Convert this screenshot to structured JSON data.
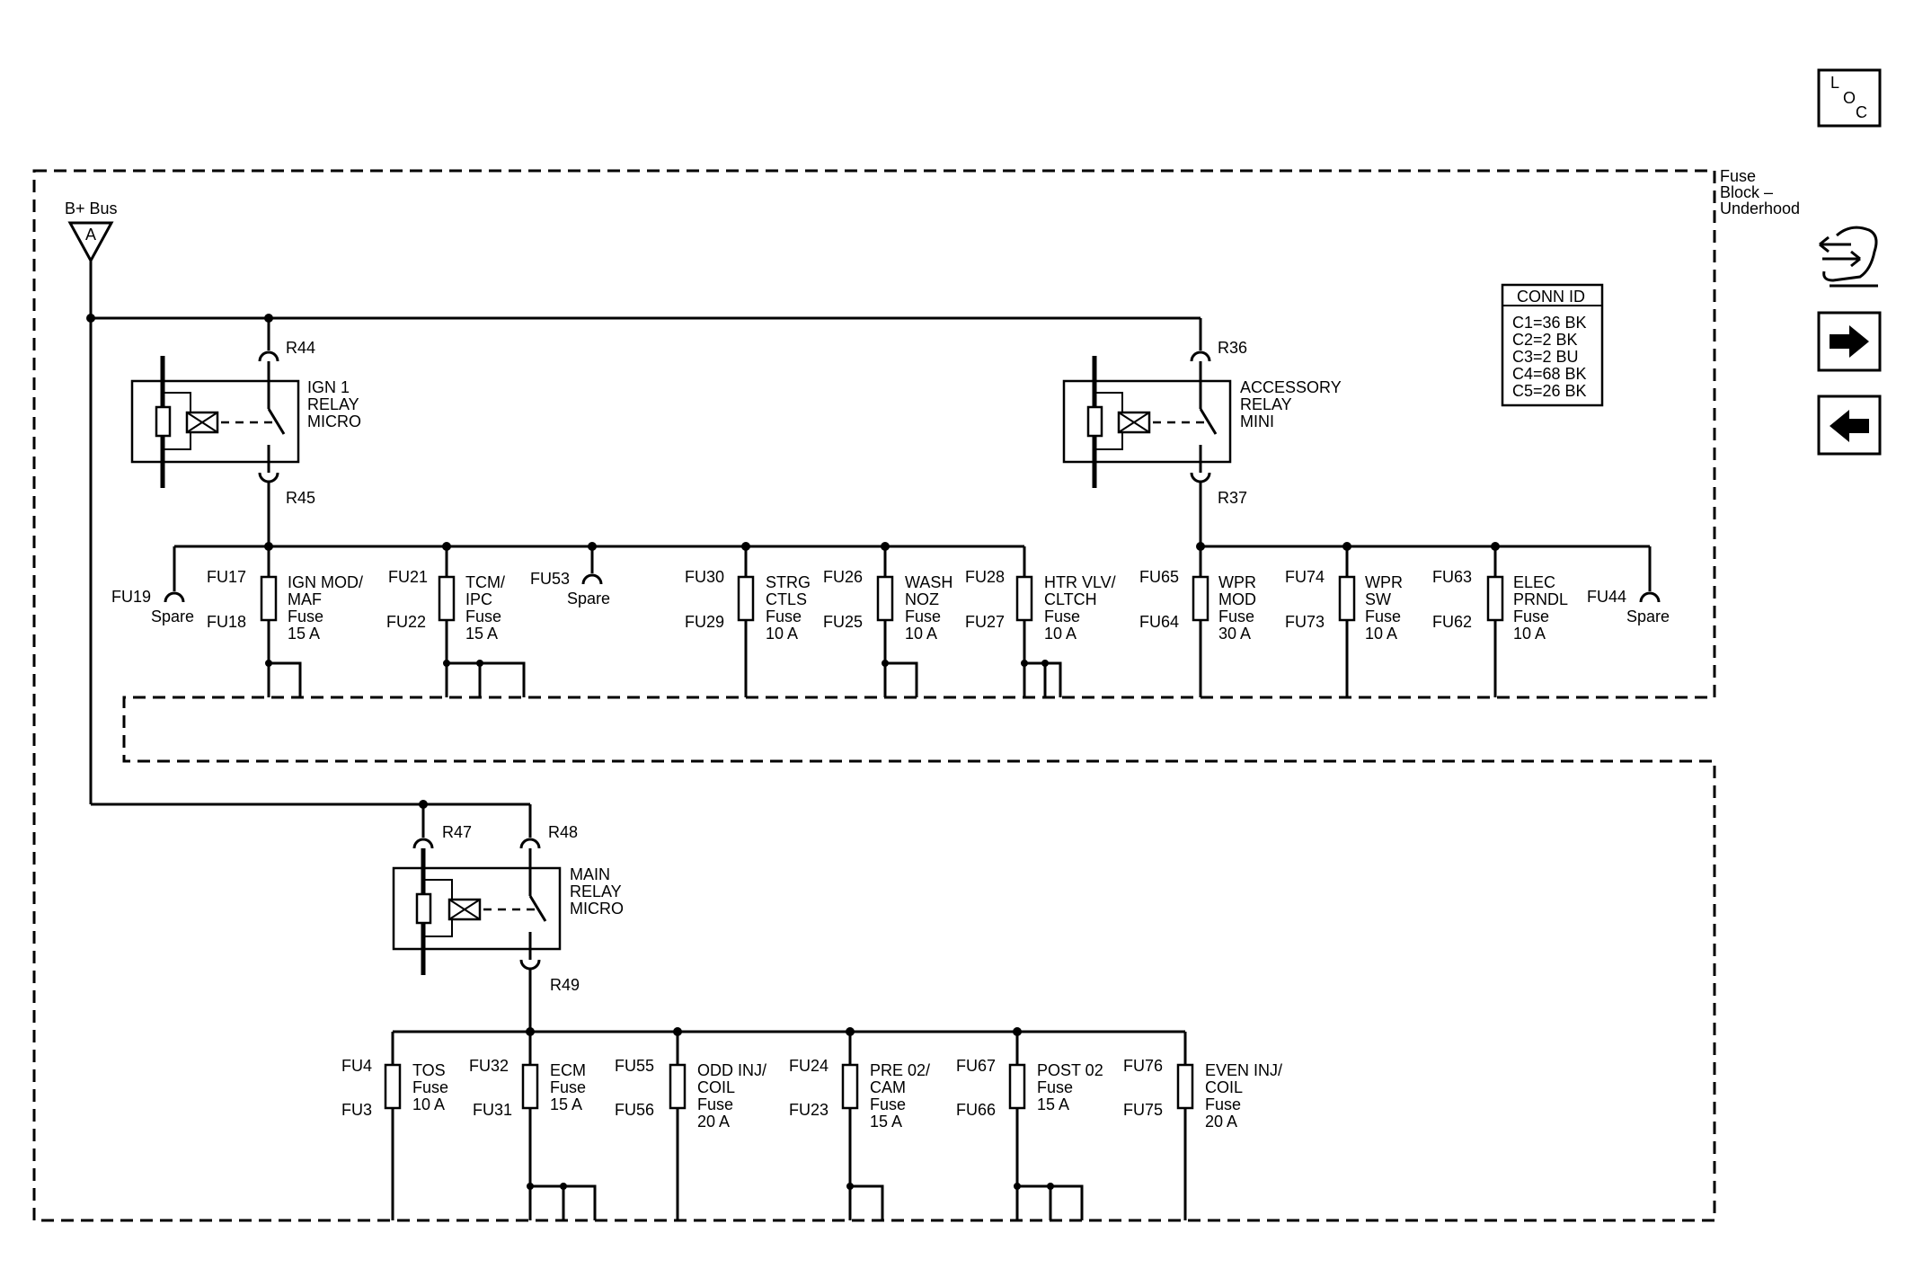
{
  "nav": {
    "loc_l": "L",
    "loc_o": "O",
    "loc_c": "C"
  },
  "fuse_block_label": [
    "Fuse",
    "Block –",
    "Underhood"
  ],
  "bplus": {
    "label": "B+ Bus",
    "letter": "A"
  },
  "conn_id": {
    "title": "CONN ID",
    "rows": [
      "C1=36 BK",
      "C2=2 BK",
      "C3=2 BU",
      "C4=68 BK",
      "C5=26 BK"
    ]
  },
  "relays": {
    "ign1": {
      "top": "R44",
      "bottom": "R45",
      "name": [
        "IGN 1",
        "RELAY",
        "MICRO"
      ]
    },
    "acc": {
      "top": "R36",
      "bottom": "R37",
      "name": [
        "ACCESSORY",
        "RELAY",
        "MINI"
      ]
    },
    "main": {
      "top_left": "R47",
      "top_right": "R48",
      "bottom": "R49",
      "name": [
        "MAIN",
        "RELAY",
        "MICRO"
      ]
    }
  },
  "spares": [
    {
      "id": "FU19",
      "label": "Spare"
    },
    {
      "id": "FU53",
      "label": "Spare"
    },
    {
      "id": "FU44",
      "label": "Spare"
    }
  ],
  "upper_fuses": [
    {
      "top": "FU17",
      "bottom": "FU18",
      "name": [
        "IGN MOD/",
        "MAF",
        "Fuse",
        "15 A"
      ]
    },
    {
      "top": "FU21",
      "bottom": "FU22",
      "name": [
        "TCM/",
        "IPC",
        "Fuse",
        "15 A"
      ]
    },
    {
      "top": "FU30",
      "bottom": "FU29",
      "name": [
        "STRG",
        "CTLS",
        "Fuse",
        "10 A"
      ]
    },
    {
      "top": "FU26",
      "bottom": "FU25",
      "name": [
        "WASH",
        "NOZ",
        "Fuse",
        "10 A"
      ]
    },
    {
      "top": "FU28",
      "bottom": "FU27",
      "name": [
        "HTR VLV/",
        "CLTCH",
        "Fuse",
        "10 A"
      ]
    },
    {
      "top": "FU65",
      "bottom": "FU64",
      "name": [
        "WPR",
        "MOD",
        "Fuse",
        "30 A"
      ]
    },
    {
      "top": "FU74",
      "bottom": "FU73",
      "name": [
        "WPR",
        "SW",
        "Fuse",
        "10 A"
      ]
    },
    {
      "top": "FU63",
      "bottom": "FU62",
      "name": [
        "ELEC",
        "PRNDL",
        "Fuse",
        "10 A"
      ]
    }
  ],
  "lower_fuses": [
    {
      "top": "FU4",
      "bottom": "FU3",
      "name": [
        "TOS",
        "Fuse",
        "10 A"
      ]
    },
    {
      "top": "FU32",
      "bottom": "FU31",
      "name": [
        "ECM",
        "Fuse",
        "15 A"
      ]
    },
    {
      "top": "FU55",
      "bottom": "FU56",
      "name": [
        "ODD INJ/",
        "COIL",
        "Fuse",
        "20 A"
      ]
    },
    {
      "top": "FU24",
      "bottom": "FU23",
      "name": [
        "PRE 02/",
        "CAM",
        "Fuse",
        "15 A"
      ]
    },
    {
      "top": "FU67",
      "bottom": "FU66",
      "name": [
        "POST 02",
        "Fuse",
        "15 A"
      ]
    },
    {
      "top": "FU76",
      "bottom": "FU75",
      "name": [
        "EVEN INJ/",
        "COIL",
        "Fuse",
        "20 A"
      ]
    }
  ]
}
